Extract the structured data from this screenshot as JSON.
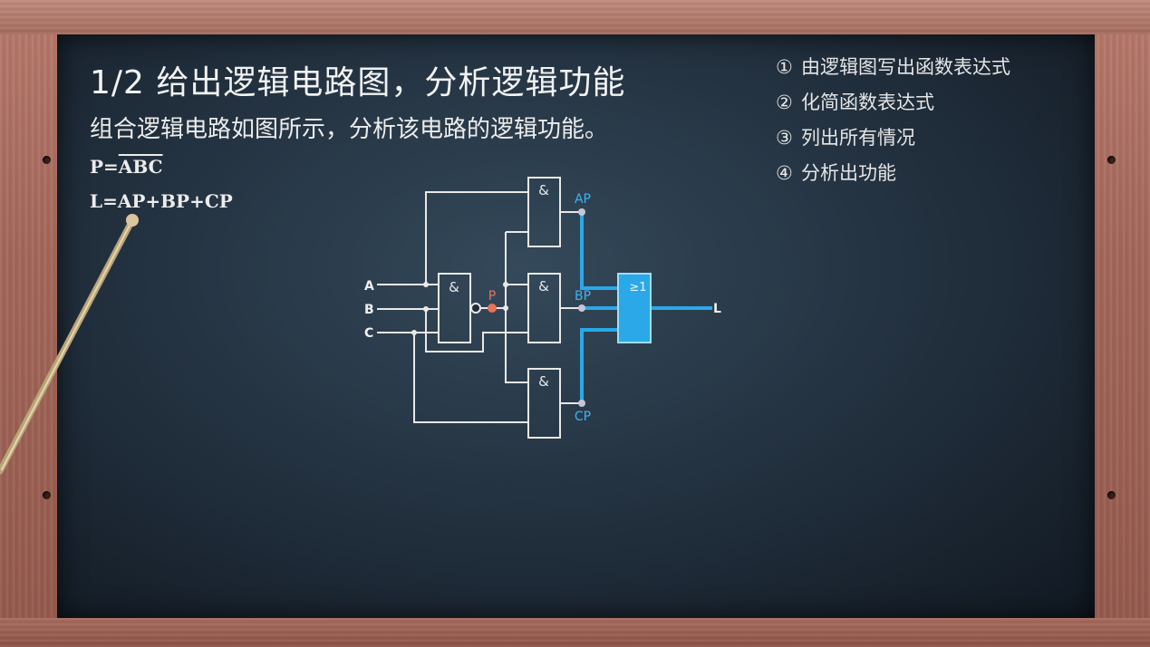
{
  "title": "1/2 给出逻辑电路图，分析逻辑功能",
  "subtitle": "组合逻辑电路如图所示，分析该电路的逻辑功能。",
  "formulas": {
    "p_lhs": "P=",
    "p_rhs_overlined": "ABC",
    "l_expr": "L=AP+BP+CP"
  },
  "steps": [
    {
      "num": "①",
      "text": "由逻辑图写出函数表达式"
    },
    {
      "num": "②",
      "text": "化简函数表达式"
    },
    {
      "num": "③",
      "text": "列出所有情况"
    },
    {
      "num": "④",
      "text": "分析出功能"
    }
  ],
  "circuit": {
    "inputs": [
      "A",
      "B",
      "C"
    ],
    "nand_symbol": "&",
    "and_symbol": "&",
    "or_symbol": "≥1",
    "p_label": "P",
    "ap_label": "AP",
    "bp_label": "BP",
    "cp_label": "CP",
    "output_label": "L"
  },
  "colors": {
    "board": "#1f2c38",
    "frame": "#a3675a",
    "wire": "#e8e8e8",
    "highlight": "#2ba8e8",
    "p_node": "#e8735a"
  }
}
